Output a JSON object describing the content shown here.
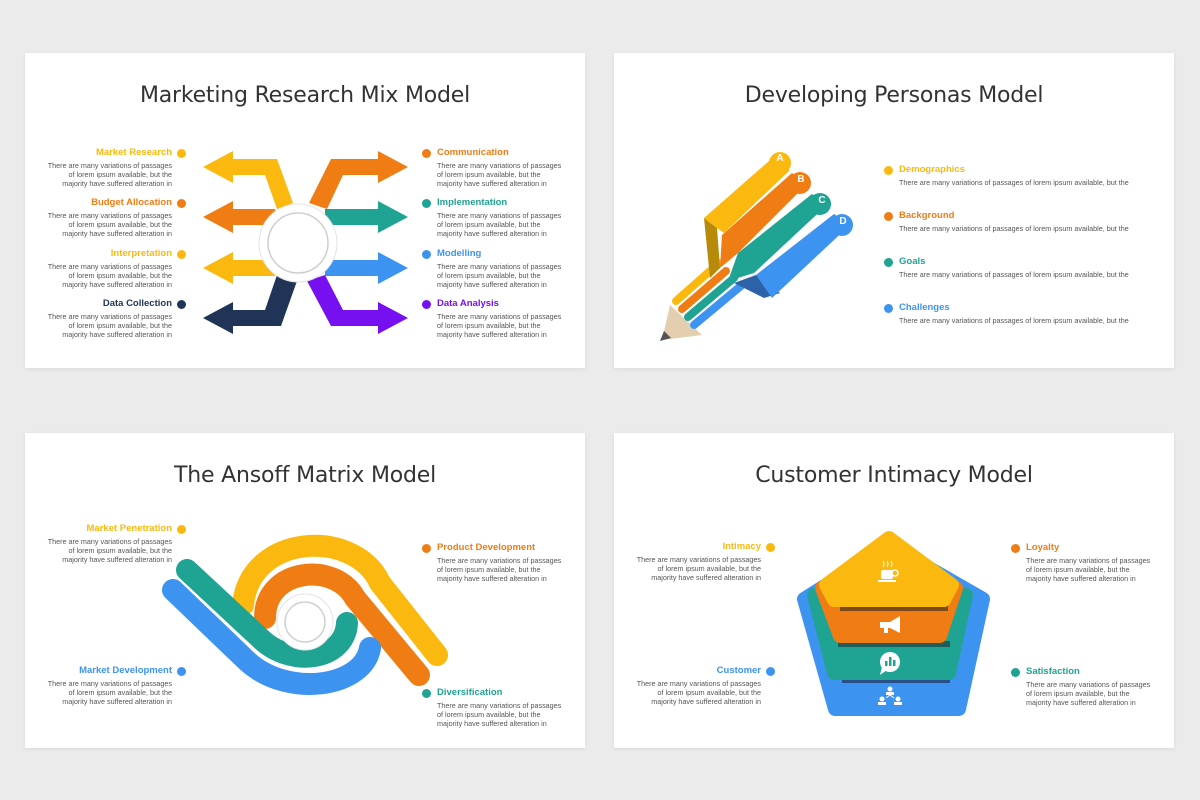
{
  "colors": {
    "yellow": "#fbb90f",
    "orange": "#f07c14",
    "teal": "#1fa393",
    "blue": "#3d93f0",
    "navy": "#1f3457",
    "purple": "#7610f0"
  },
  "slides": [
    {
      "title": "Marketing Research Mix Model",
      "items": [
        {
          "label": "Market Research",
          "color": "#fbb90f",
          "desc": "There are many variations of passages\nof lorem ipsum available, but the\nmajority have suffered alteration in"
        },
        {
          "label": "Budget Allocation",
          "color": "#f07c14",
          "desc": "There are many variations of passages\nof lorem ipsum available, but the\nmajority have suffered alteration in"
        },
        {
          "label": "Interpretation",
          "color": "#fbb90f",
          "desc": "There are many variations of passages\nof lorem ipsum available, but the\nmajority have suffered alteration in"
        },
        {
          "label": "Data Collection",
          "color": "#1f3457",
          "desc": "There are many variations of passages\nof lorem ipsum available, but the\nmajority have suffered alteration in"
        },
        {
          "label": "Communication",
          "color": "#f07c14",
          "desc": "There are many variations of passages\nof lorem ipsum available, but the\nmajority have suffered alteration in"
        },
        {
          "label": "Implementation",
          "color": "#1fa393",
          "desc": "There are many variations of passages\nof lorem ipsum available, but the\nmajority have suffered alteration in"
        },
        {
          "label": "Modelling",
          "color": "#3d93f0",
          "desc": "There are many variations of passages\nof lorem ipsum available, but the\nmajority have suffered alteration in"
        },
        {
          "label": "Data Analysis",
          "color": "#7610f0",
          "desc": "There are many variations of passages\nof lorem ipsum available, but the\nmajority have suffered alteration in"
        }
      ]
    },
    {
      "title": "Developing Personas Model",
      "letters": [
        "A",
        "B",
        "C",
        "D"
      ],
      "items": [
        {
          "label": "Demographics",
          "color": "#fbb90f",
          "desc": "There are many variations of passages of lorem ipsum available, but the"
        },
        {
          "label": "Background",
          "color": "#f07c14",
          "desc": "There are many variations of passages of lorem ipsum available, but the"
        },
        {
          "label": "Goals",
          "color": "#1fa393",
          "desc": "There are many variations of passages of lorem ipsum available, but the"
        },
        {
          "label": "Challenges",
          "color": "#3d93f0",
          "desc": "There are many variations of passages of lorem ipsum available, but the"
        }
      ]
    },
    {
      "title": "The Ansoff Matrix Model",
      "items": [
        {
          "label": "Market Penetration",
          "color": "#fbb90f",
          "desc": "There are many variations of passages\nof lorem ipsum available, but the\nmajority have suffered alteration in"
        },
        {
          "label": "Market Development",
          "color": "#3d93f0",
          "desc": "There are many variations of passages\nof lorem ipsum available, but the\nmajority have suffered alteration in"
        },
        {
          "label": "Product Development",
          "color": "#f07c14",
          "desc": "There are many variations of passages\nof lorem ipsum available, but the\nmajority have suffered alteration in"
        },
        {
          "label": "Diversification",
          "color": "#1fa393",
          "desc": "There are many variations of passages\nof lorem ipsum available, but the\nmajority have suffered alteration in"
        }
      ]
    },
    {
      "title": "Customer Intimacy Model",
      "icons": [
        "coffee-cup-icon",
        "megaphone-icon",
        "chat-chart-icon",
        "team-network-icon"
      ],
      "items": [
        {
          "label": "Intimacy",
          "color": "#fbb90f",
          "desc": "There are many variations of passages\nof lorem ipsum available, but the\nmajority have suffered alteration in"
        },
        {
          "label": "Customer",
          "color": "#3d93f0",
          "desc": "There are many variations of passages\nof lorem ipsum available, but the\nmajority have suffered alteration in"
        },
        {
          "label": "Loyalty",
          "color": "#f07c14",
          "desc": "There are many variations of passages\nof lorem ipsum available, but the\nmajority have suffered alteration in"
        },
        {
          "label": "Satisfaction",
          "color": "#1fa393",
          "desc": "There are many variations of passages\nof lorem ipsum available, but the\nmajority have suffered alteration in"
        }
      ]
    }
  ]
}
